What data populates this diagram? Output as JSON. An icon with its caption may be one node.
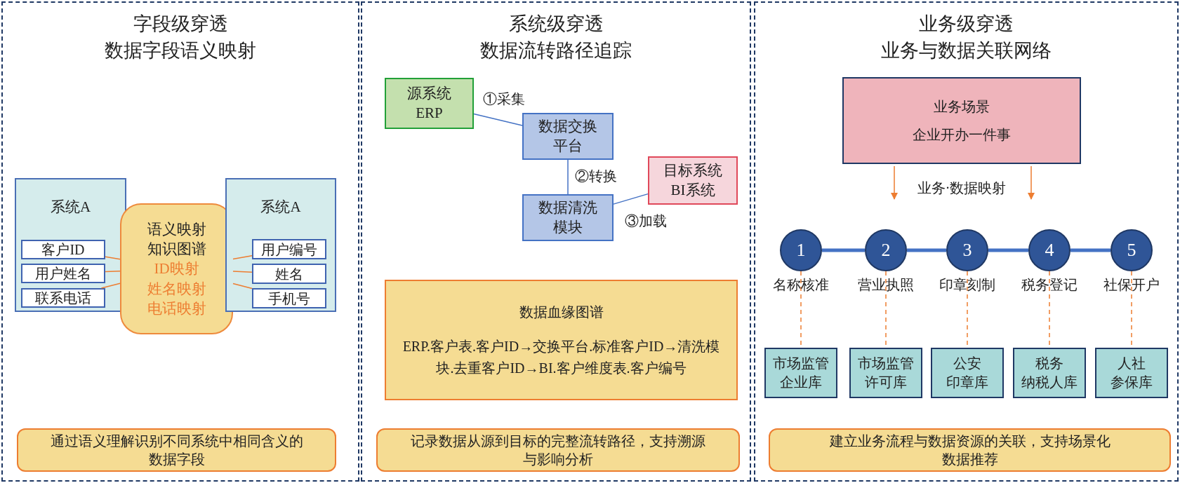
{
  "diagram": {
    "nodes": [
      {
        "text": [
          "字段级穿透",
          "数据字段语义映射"
        ]
      },
      {
        "text": [
          "系统A"
        ],
        "in": 0
      },
      {
        "text": [
          "客户ID"
        ],
        "in": 1
      },
      {
        "text": [
          "用户姓名"
        ],
        "in": 1
      },
      {
        "text": [
          "联系电话"
        ],
        "in": 1
      },
      {
        "text": [
          "语义映射知识图谱",
          "ID映射",
          "姓名映射",
          "电话映射"
        ],
        "in": 0
      },
      {
        "text": [
          "系统A"
        ],
        "in": 0
      },
      {
        "text": [
          "用户编号"
        ],
        "in": 6
      },
      {
        "text": [
          "姓名"
        ],
        "in": 6
      },
      {
        "text": [
          "手机号"
        ],
        "in": 6
      },
      {
        "text": [
          "通过语义理解识别不同系统中相同含义的数据字段"
        ],
        "in": 0
      },
      {
        "text": [
          "系统级穿透",
          "数据流转路径追踪"
        ]
      },
      {
        "text": [
          "源系统ERP"
        ],
        "in": 11
      },
      {
        "text": [
          "数据交换平台"
        ],
        "in": 11
      },
      {
        "text": [
          "数据清洗模块"
        ],
        "in": 11
      },
      {
        "text": [
          "目标系统BI系统"
        ],
        "in": 11
      },
      {
        "text": [
          "数据血缘图谱",
          "ERP.客户表.客户ID→交换平台.标准客户ID→清洗模块.去重客户ID→BI.客户维度表.客户编号"
        ],
        "in": 11
      },
      {
        "text": [
          "记录数据从源到目标的完整流转路径，支持溯源与影响分析"
        ],
        "in": 11
      },
      {
        "text": [
          "业务级穿透",
          "业务与数据关联网络"
        ]
      },
      {
        "text": [
          "业务场景",
          "企业开办一件事"
        ],
        "in": 18
      },
      {
        "text": [
          "1"
        ],
        "beside": [
          "名称核准"
        ],
        "in": 18
      },
      {
        "text": [
          "2"
        ],
        "beside": [
          "营业执照"
        ],
        "in": 18
      },
      {
        "text": [
          "3"
        ],
        "beside": [
          "印章刻制"
        ],
        "in": 18
      },
      {
        "text": [
          "4"
        ],
        "beside": [
          "税务登记"
        ],
        "in": 18
      },
      {
        "text": [
          "5"
        ],
        "beside": [
          "社保开户"
        ],
        "in": 18
      },
      {
        "text": [
          "市场监管",
          "企业库"
        ],
        "in": 18
      },
      {
        "text": [
          "市场监管",
          "许可库"
        ],
        "in": 18
      },
      {
        "text": [
          "公安",
          "印章库"
        ],
        "in": 18
      },
      {
        "text": [
          "税务",
          "纳税人库"
        ],
        "in": 18
      },
      {
        "text": [
          "人社",
          "参保库"
        ],
        "in": 18
      },
      {
        "text": [
          "建立业务流程与数据资源的关联，支持场景化数据推荐"
        ],
        "in": 18
      }
    ],
    "edges": [
      {
        "from": 2,
        "to": 5,
        "arrow": "none"
      },
      {
        "from": 3,
        "to": 5,
        "arrow": "none"
      },
      {
        "from": 4,
        "to": 5,
        "arrow": "none"
      },
      {
        "from": 7,
        "to": 5,
        "arrow": "none"
      },
      {
        "from": 8,
        "to": 5,
        "arrow": "none"
      },
      {
        "from": 9,
        "to": 5,
        "arrow": "none"
      },
      {
        "from": 12,
        "to": 13,
        "arrow": "none",
        "label": "①采集",
        "color": "#4472c4"
      },
      {
        "from": 13,
        "to": 14,
        "arrow": "none",
        "label": "②转换",
        "color": "#4472c4"
      },
      {
        "from": 14,
        "to": 15,
        "arrow": "none",
        "label": "③加载",
        "color": "#4472c4"
      },
      {
        "from": 19,
        "to": null,
        "arrow": "to"
      },
      {
        "from": 19,
        "to": null,
        "arrow": "to"
      },
      {
        "from": 20,
        "to": 21,
        "arrow": "none",
        "style": "thick",
        "color": "#4472c4"
      },
      {
        "from": 21,
        "to": 22,
        "arrow": "none",
        "style": "thick",
        "color": "#4472c4"
      },
      {
        "from": 22,
        "to": 23,
        "arrow": "none",
        "style": "thick",
        "color": "#4472c4"
      },
      {
        "from": 23,
        "to": 24,
        "arrow": "none",
        "style": "thick",
        "color": "#4472c4"
      },
      {
        "from": 20,
        "to": 25,
        "arrow": "none",
        "style": "dashed"
      },
      {
        "from": 21,
        "to": 26,
        "arrow": "none",
        "style": "dashed"
      },
      {
        "from": 22,
        "to": 27,
        "arrow": "none",
        "style": "dashed"
      },
      {
        "from": 23,
        "to": 28,
        "arrow": "none",
        "style": "dashed"
      },
      {
        "from": 24,
        "to": 29,
        "arrow": "none",
        "style": "dashed"
      }
    ],
    "labels": [
      "业务·数据映射"
    ]
  }
}
